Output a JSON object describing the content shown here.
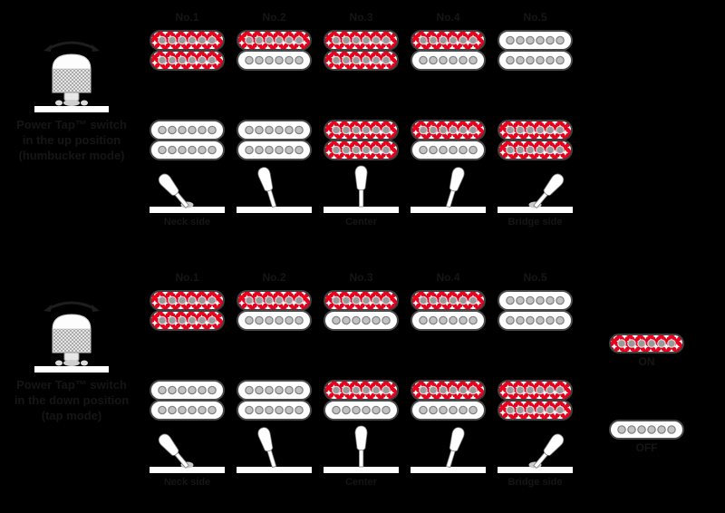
{
  "colors": {
    "canvas_bg": "#000000",
    "active_red": "#e8001c",
    "inactive_white": "#ffffff",
    "coil_outline": "#3f3f3f",
    "pole_gray": "#9a9a9a",
    "faint_text": "#151515",
    "metal_light": "#f4f4f4"
  },
  "legend": {
    "items": [
      {
        "state": "red",
        "label": "ON"
      },
      {
        "state": "white",
        "label": "OFF"
      }
    ]
  },
  "groups": [
    {
      "name": "top",
      "knob": {
        "caption_lines": [
          "Power Tap™ switch",
          "in the up position",
          "(humbucker mode)"
        ]
      },
      "positions": [
        {
          "label": "No.1",
          "neck_coils": [
            "red",
            "red"
          ],
          "bridge_coils": [
            "white",
            "white"
          ],
          "lever_angle": -40,
          "switch_label": "Neck side"
        },
        {
          "label": "No.2",
          "neck_coils": [
            "red",
            "white"
          ],
          "bridge_coils": [
            "white",
            "white"
          ],
          "lever_angle": -17,
          "switch_label": ""
        },
        {
          "label": "No.3",
          "neck_coils": [
            "red",
            "red"
          ],
          "bridge_coils": [
            "red",
            "red"
          ],
          "lever_angle": 0,
          "switch_label": "Center"
        },
        {
          "label": "No.4",
          "neck_coils": [
            "red",
            "white"
          ],
          "bridge_coils": [
            "red",
            "white"
          ],
          "lever_angle": 17,
          "switch_label": ""
        },
        {
          "label": "No.5",
          "neck_coils": [
            "white",
            "white"
          ],
          "bridge_coils": [
            "red",
            "red"
          ],
          "lever_angle": 40,
          "switch_label": "Bridge side"
        }
      ]
    },
    {
      "name": "bottom",
      "knob": {
        "caption_lines": [
          "Power Tap™ switch",
          "in the down position",
          "(tap mode)"
        ]
      },
      "positions": [
        {
          "label": "No.1",
          "neck_coils": [
            "red",
            "red"
          ],
          "bridge_coils": [
            "white",
            "white"
          ],
          "lever_angle": -40,
          "switch_label": "Neck side"
        },
        {
          "label": "No.2",
          "neck_coils": [
            "red",
            "white"
          ],
          "bridge_coils": [
            "white",
            "white"
          ],
          "lever_angle": -17,
          "switch_label": ""
        },
        {
          "label": "No.3",
          "neck_coils": [
            "red",
            "white"
          ],
          "bridge_coils": [
            "red",
            "white"
          ],
          "lever_angle": 0,
          "switch_label": "Center"
        },
        {
          "label": "No.4",
          "neck_coils": [
            "red",
            "white"
          ],
          "bridge_coils": [
            "red",
            "white"
          ],
          "lever_angle": 17,
          "switch_label": ""
        },
        {
          "label": "No.5",
          "neck_coils": [
            "white",
            "white"
          ],
          "bridge_coils": [
            "red",
            "red"
          ],
          "lever_angle": 40,
          "switch_label": "Bridge side"
        }
      ]
    }
  ]
}
